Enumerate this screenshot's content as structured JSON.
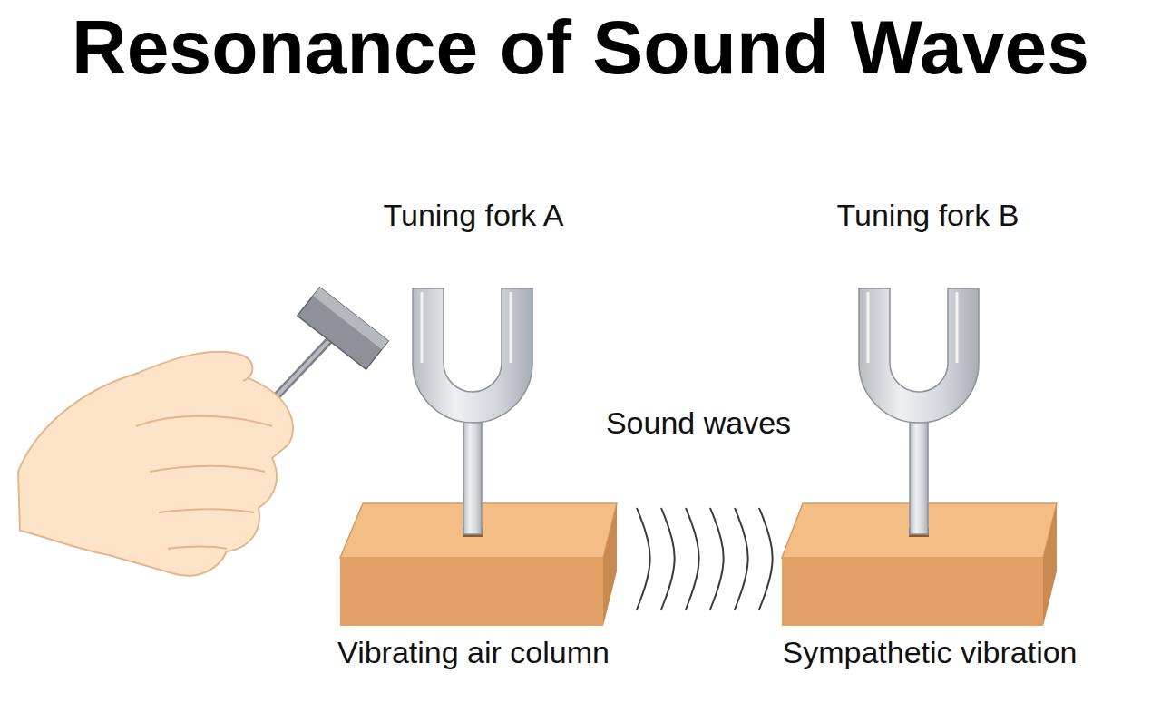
{
  "diagram": {
    "title": "Resonance of Sound Waves",
    "labels": [
      "Tuning fork A",
      "Tuning fork B",
      "Sound waves",
      "Vibrating air column",
      "Sympathetic vibration"
    ]
  }
}
